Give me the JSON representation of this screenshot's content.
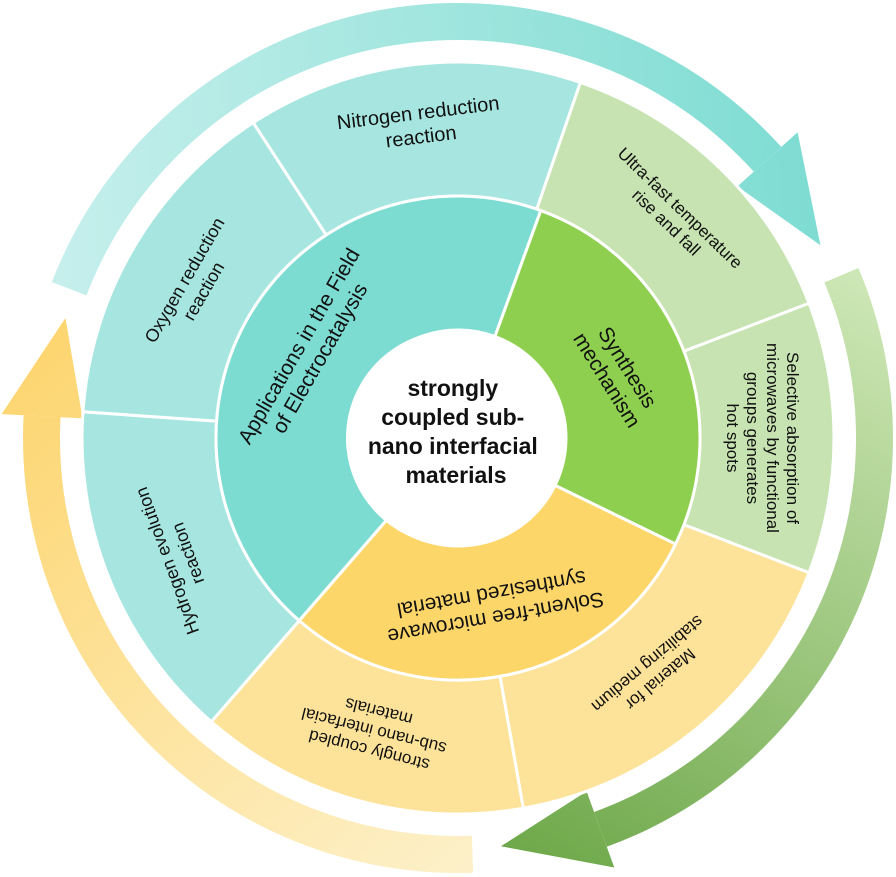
{
  "title": "strongly coupled sub-nano interfacial materials",
  "center": {
    "lines": [
      "strongly",
      "coupled sub-",
      "nano interfacial",
      "materials"
    ]
  },
  "colors": {
    "teal_inner": "#7ddcd2",
    "teal_outer": "#a7e6e0",
    "green_inner": "#8ecf4f",
    "green_outer": "#c7e3b1",
    "yellow_inner": "#fdd66a",
    "yellow_outer": "#fde39a",
    "teal_arrow": "#7ddcd2",
    "green_arrow": "#6ea84a",
    "yellow_arrow": "#fdd56f",
    "divider": "#ffffff"
  },
  "inner_ring": [
    {
      "id": "applications",
      "lines": [
        "Applications in the Field",
        "of Electrocatalysis"
      ],
      "color_key": "teal_inner"
    },
    {
      "id": "synthesis",
      "lines": [
        "Synthesis",
        "mechanism"
      ],
      "color_key": "green_inner"
    },
    {
      "id": "solvent-free",
      "lines": [
        "Solvent-free microwave",
        "synthesized material"
      ],
      "color_key": "yellow_inner"
    }
  ],
  "outer_ring": [
    {
      "id": "nitrogen-reduction",
      "lines": [
        "Nitrogen reduction",
        "reaction"
      ],
      "color_key": "teal_outer"
    },
    {
      "id": "ultra-fast",
      "lines": [
        "Ultra-fast temperature",
        "rise and fall"
      ],
      "color_key": "green_outer"
    },
    {
      "id": "selective-absorption",
      "lines": [
        "Selective absorption of",
        "microwaves by functional",
        "groups generates",
        "hot spots"
      ],
      "color_key": "green_outer"
    },
    {
      "id": "stabilizing-medium",
      "lines": [
        "Material for",
        "stabilizing medium"
      ],
      "color_key": "yellow_outer"
    },
    {
      "id": "strongly-coupled",
      "lines": [
        "strongly coupled",
        "sub-nano interfacial",
        "materials"
      ],
      "color_key": "yellow_outer"
    },
    {
      "id": "hydrogen-evolution",
      "lines": [
        "Hydrogen evolution",
        "reaction"
      ],
      "color_key": "teal_outer"
    },
    {
      "id": "oxygen-reduction",
      "lines": [
        "Oxygen reduction",
        "reaction"
      ],
      "color_key": "teal_outer"
    }
  ],
  "arrows": [
    {
      "id": "teal-arrow",
      "from": "Applications in the Field of Electrocatalysis",
      "to": "Synthesis mechanism",
      "color_key": "teal_arrow"
    },
    {
      "id": "green-arrow",
      "from": "Synthesis mechanism",
      "to": "Solvent-free microwave synthesized material",
      "color_key": "green_arrow"
    },
    {
      "id": "yellow-arrow",
      "from": "Solvent-free microwave synthesized material",
      "to": "Applications in the Field of Electrocatalysis",
      "color_key": "yellow_arrow"
    }
  ]
}
